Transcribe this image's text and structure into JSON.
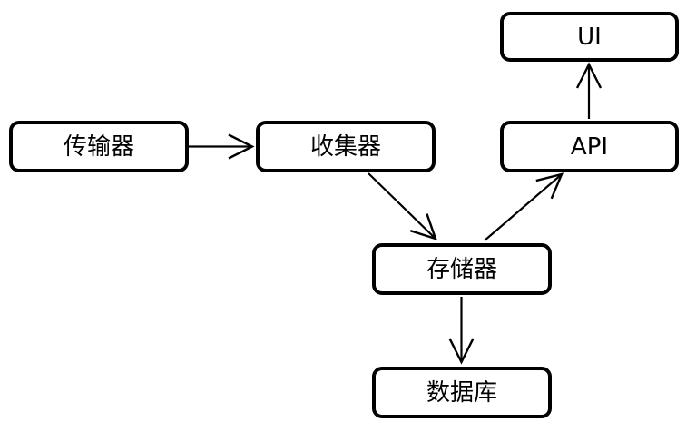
{
  "diagram": {
    "background_color": "#ffffff",
    "line_color": "#000000",
    "node_fill_color": "#ffffff",
    "nodes": {
      "transmitter": {
        "label": "传输器"
      },
      "collector": {
        "label": "收集器"
      },
      "ui": {
        "label": "UI"
      },
      "api": {
        "label": "API"
      },
      "storage": {
        "label": "存储器"
      },
      "database": {
        "label": "数据库"
      }
    },
    "edges": [
      {
        "from": "传输器",
        "to": "收集器"
      },
      {
        "from": "收集器",
        "to": "存储器"
      },
      {
        "from": "存储器",
        "to": "API"
      },
      {
        "from": "API",
        "to": "UI"
      },
      {
        "from": "存储器",
        "to": "数据库"
      }
    ]
  }
}
